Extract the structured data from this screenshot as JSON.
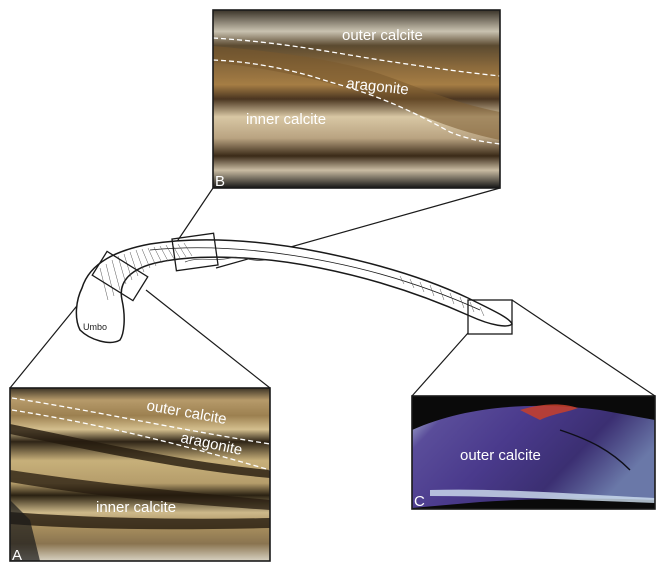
{
  "shell": {
    "umbo_label": "Umbo"
  },
  "panel_a": {
    "letter": "A",
    "outer_label": "outer calcite",
    "middle_label": "aragonite",
    "inner_label": "inner calcite"
  },
  "panel_b": {
    "letter": "B",
    "outer_label": "outer calcite",
    "middle_label": "aragonite",
    "inner_label": "inner calcite"
  },
  "panel_c": {
    "letter": "C",
    "outer_label": "outer calcite"
  },
  "colors": {
    "frame": "#1a1a1a",
    "label_text": "#ffffff",
    "aragonite_brown": "#7a5a2e",
    "calcite_tan": "#c9b48a",
    "polarized_purple": "#4a3a8c"
  }
}
